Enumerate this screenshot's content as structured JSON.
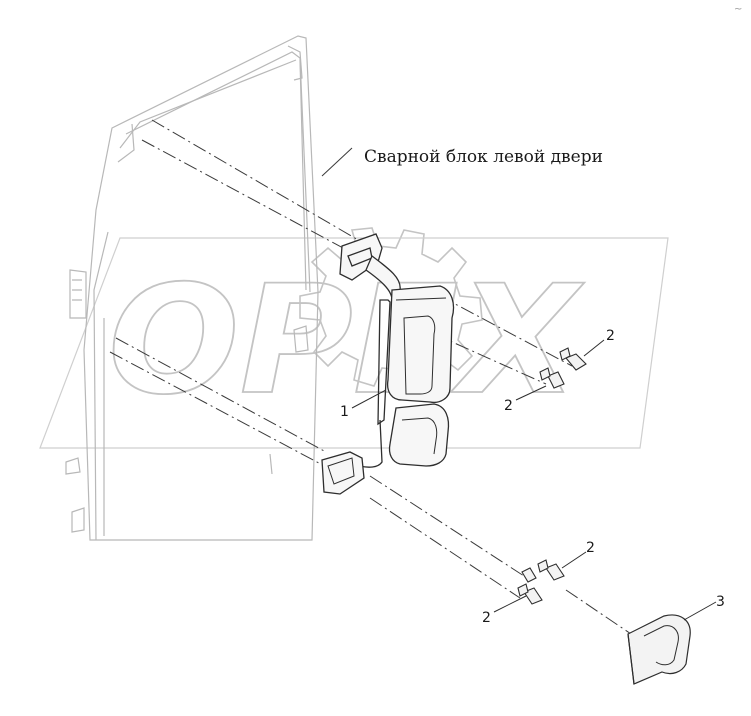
{
  "title": "Сварной блок левой двери",
  "corner_mark": "~",
  "watermark": {
    "text": "OPEX"
  },
  "callouts": [
    {
      "id": "mirror",
      "label": "1"
    },
    {
      "id": "bolt-top-right",
      "label": "2"
    },
    {
      "id": "bolt-top-left",
      "label": "2"
    },
    {
      "id": "bolt-bottom-right",
      "label": "2"
    },
    {
      "id": "bolt-bottom-left",
      "label": "2"
    },
    {
      "id": "cover",
      "label": "3"
    }
  ],
  "colors": {
    "line": "#3a3a3a",
    "light_line": "#b8b8b8",
    "watermark": "#c8c8c8",
    "part_fill": "#f2f2f2"
  }
}
